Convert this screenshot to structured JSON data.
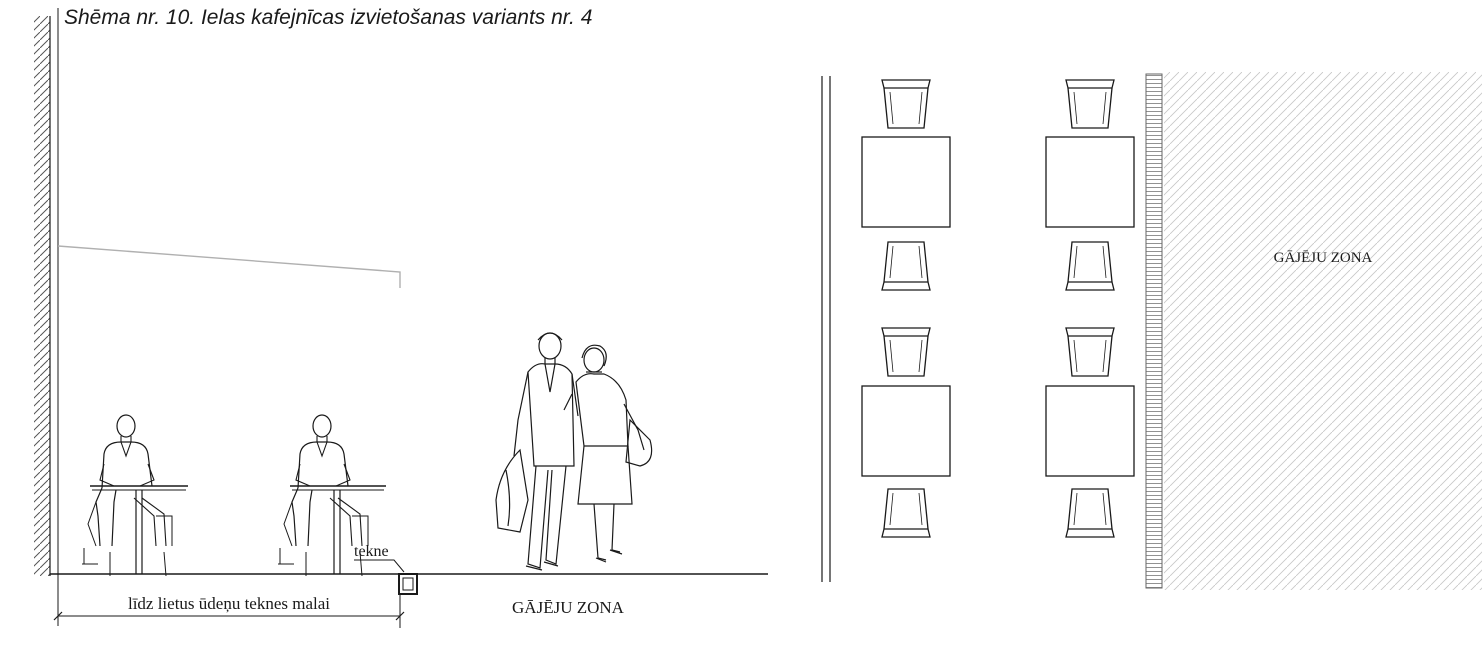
{
  "caption": "Shēma nr. 10. Ielas kafejnīcas izvietošanas variants nr. 4",
  "section": {
    "gutter_label": "tekne",
    "dimension_label": "līdz lietus ūdeņu teknes malai",
    "pedestrian_zone_label": "GĀJĒJU ZONA"
  },
  "plan": {
    "pedestrian_zone_label": "GĀJĒJU ZONA"
  },
  "colors": {
    "line": "#1a1a1a",
    "hatch": "#9a9a9a",
    "canopy": "#b0b0b0"
  }
}
